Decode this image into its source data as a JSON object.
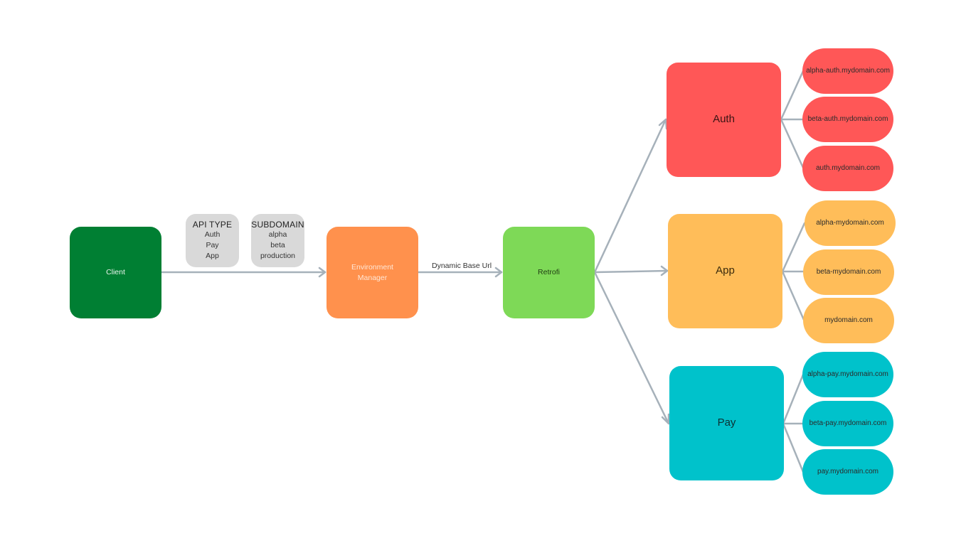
{
  "nodes": {
    "client": {
      "label": "Client",
      "color": "#007f33"
    },
    "environment_manager": {
      "label": "Environment Manager",
      "color": "#ff914d"
    },
    "retrofi": {
      "label": "Retrofi",
      "color": "#7ed957"
    },
    "auth": {
      "label": "Auth",
      "color": "#ff5757"
    },
    "app": {
      "label": "App",
      "color": "#ffbd59"
    },
    "pay": {
      "label": "Pay",
      "color": "#00c2cb"
    }
  },
  "tags": {
    "api_type": {
      "title": "API TYPE",
      "items": [
        "Auth",
        "Pay",
        "App"
      ]
    },
    "subdomain": {
      "title": "SUBDOMAIN",
      "items": [
        "alpha",
        "beta",
        "production"
      ]
    }
  },
  "edge_labels": {
    "env_to_retrofi": "Dynamic Base Url"
  },
  "domains": {
    "auth": [
      "alpha-auth.mydomain.com",
      "beta-auth.mydomain.com",
      "auth.mydomain.com"
    ],
    "app": [
      "alpha-mydomain.com",
      "beta-mydomain.com",
      "mydomain.com"
    ],
    "pay": [
      "alpha-pay.mydomain.com",
      "beta-pay.mydomain.com",
      "pay.mydomain.com"
    ]
  },
  "colors": {
    "connector": "#a6b1ba",
    "tag_background": "#d9d9d9"
  }
}
